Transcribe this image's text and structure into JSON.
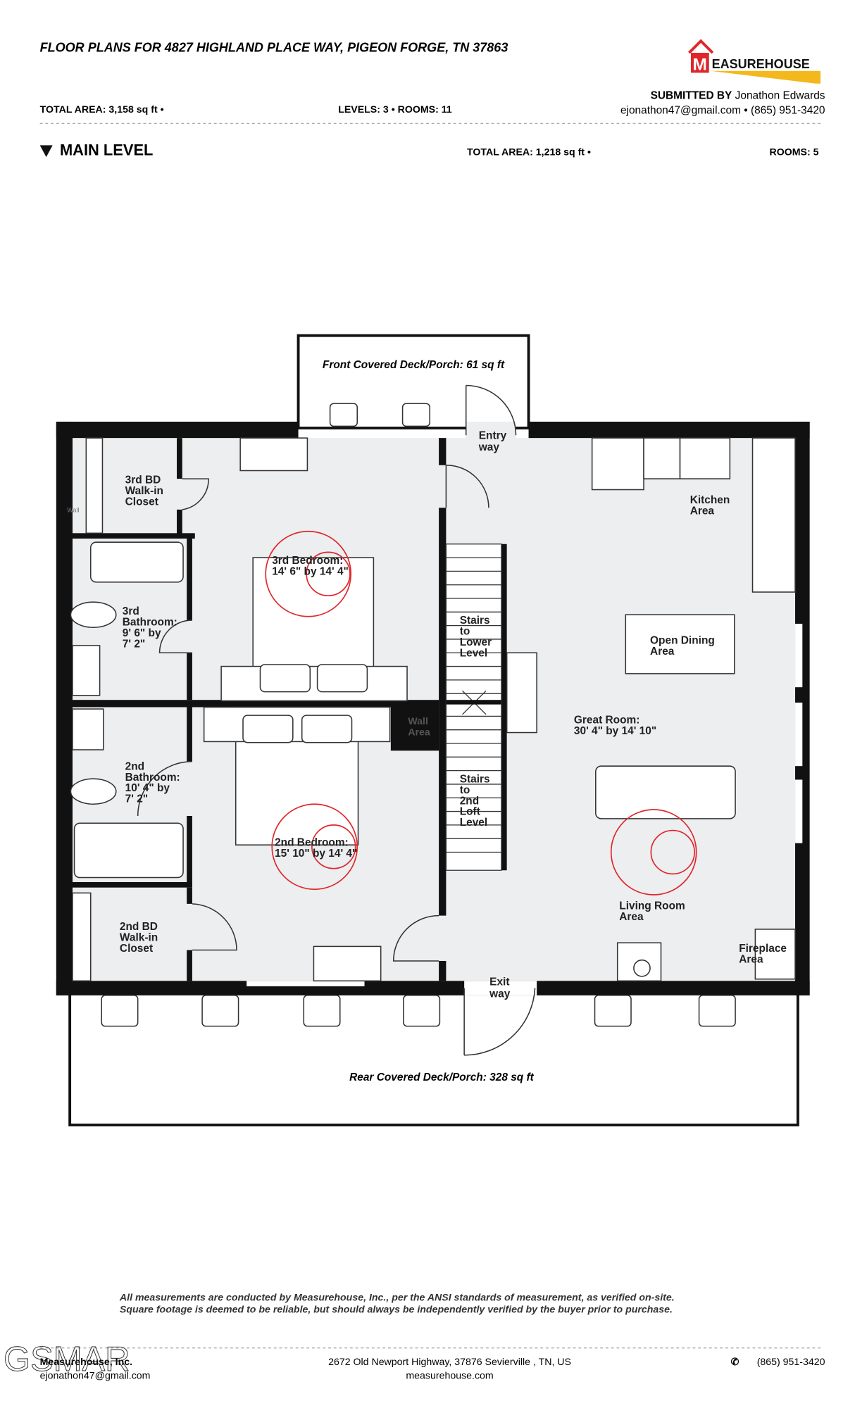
{
  "header": {
    "title": "FLOOR PLANS FOR 4827 HIGHLAND PLACE WAY, PIGEON FORGE, TN 37863",
    "total_area": "TOTAL AREA: 3,158 sq ft •",
    "levels_rooms": "LEVELS:  3 • ROOMS: 11",
    "submitted_by_label": "SUBMITTED BY",
    "submitted_by_name": "Jonathon Edwards",
    "contact": "ejonathon47@gmail.com • (865) 951-3420",
    "logo_text": "MEASUREHOUSE"
  },
  "level": {
    "name": "MAIN LEVEL",
    "total_area": "TOTAL AREA: 1,218 sq ft •",
    "rooms": "ROOMS: 5"
  },
  "plan": {
    "front_deck": "Front Covered Deck/Porch: 61 sq ft",
    "rear_deck": "Rear Covered Deck/Porch: 328 sq ft",
    "entry": [
      "Entry",
      "way"
    ],
    "exit": [
      "Exit",
      "way"
    ],
    "closet3": [
      "3rd BD",
      "Walk-in",
      "Closet"
    ],
    "wall_small": "Wall",
    "bedroom3": [
      "3rd Bedroom:",
      "14' 6\" by 14' 4\""
    ],
    "bath3": [
      "3rd",
      "Bathroom:",
      "9' 6\" by",
      "7' 2\""
    ],
    "stairs_lower": [
      "Stairs",
      "to",
      "Lower",
      "Level"
    ],
    "stairs_loft": [
      "Stairs",
      "to",
      "2nd",
      "Loft",
      "Level"
    ],
    "wall_area": [
      "Wall",
      "Area"
    ],
    "bath2": [
      "2nd",
      "Bathroom:",
      "10' 4\" by",
      "7' 2\""
    ],
    "bedroom2": [
      "2nd Bedroom:",
      "15' 10\" by 14' 4\""
    ],
    "closet2": [
      "2nd BD",
      "Walk-in",
      "Closet"
    ],
    "kitchen": [
      "Kitchen",
      "Area"
    ],
    "dining": [
      "Open Dining",
      "Area"
    ],
    "great_room": [
      "Great Room:",
      "30' 4\" by 14' 10\""
    ],
    "living": [
      "Living Room",
      "Area"
    ],
    "fireplace": [
      "Fireplace",
      "Area"
    ]
  },
  "disclaimer": [
    "All measurements are conducted by Measurehouse, Inc., per the ANSI standards of measurement, as verified on-site.",
    "Square footage is deemed to be reliable, but should always be independently verified by the buyer prior to purchase."
  ],
  "footer": {
    "company": "Measurehouse, Inc.",
    "email": "ejonathon47@gmail.com",
    "address": "2672 Old Newport Highway, 37876 Sevierville , TN, US",
    "website": "measurehouse.com",
    "phone": "(865) 951-3420",
    "phone_icon": "phone-icon",
    "watermark": "GSMAR"
  },
  "colors": {
    "brand_red": "#e0262b",
    "brand_yellow": "#f3b81c",
    "floor": "#eceef0"
  }
}
